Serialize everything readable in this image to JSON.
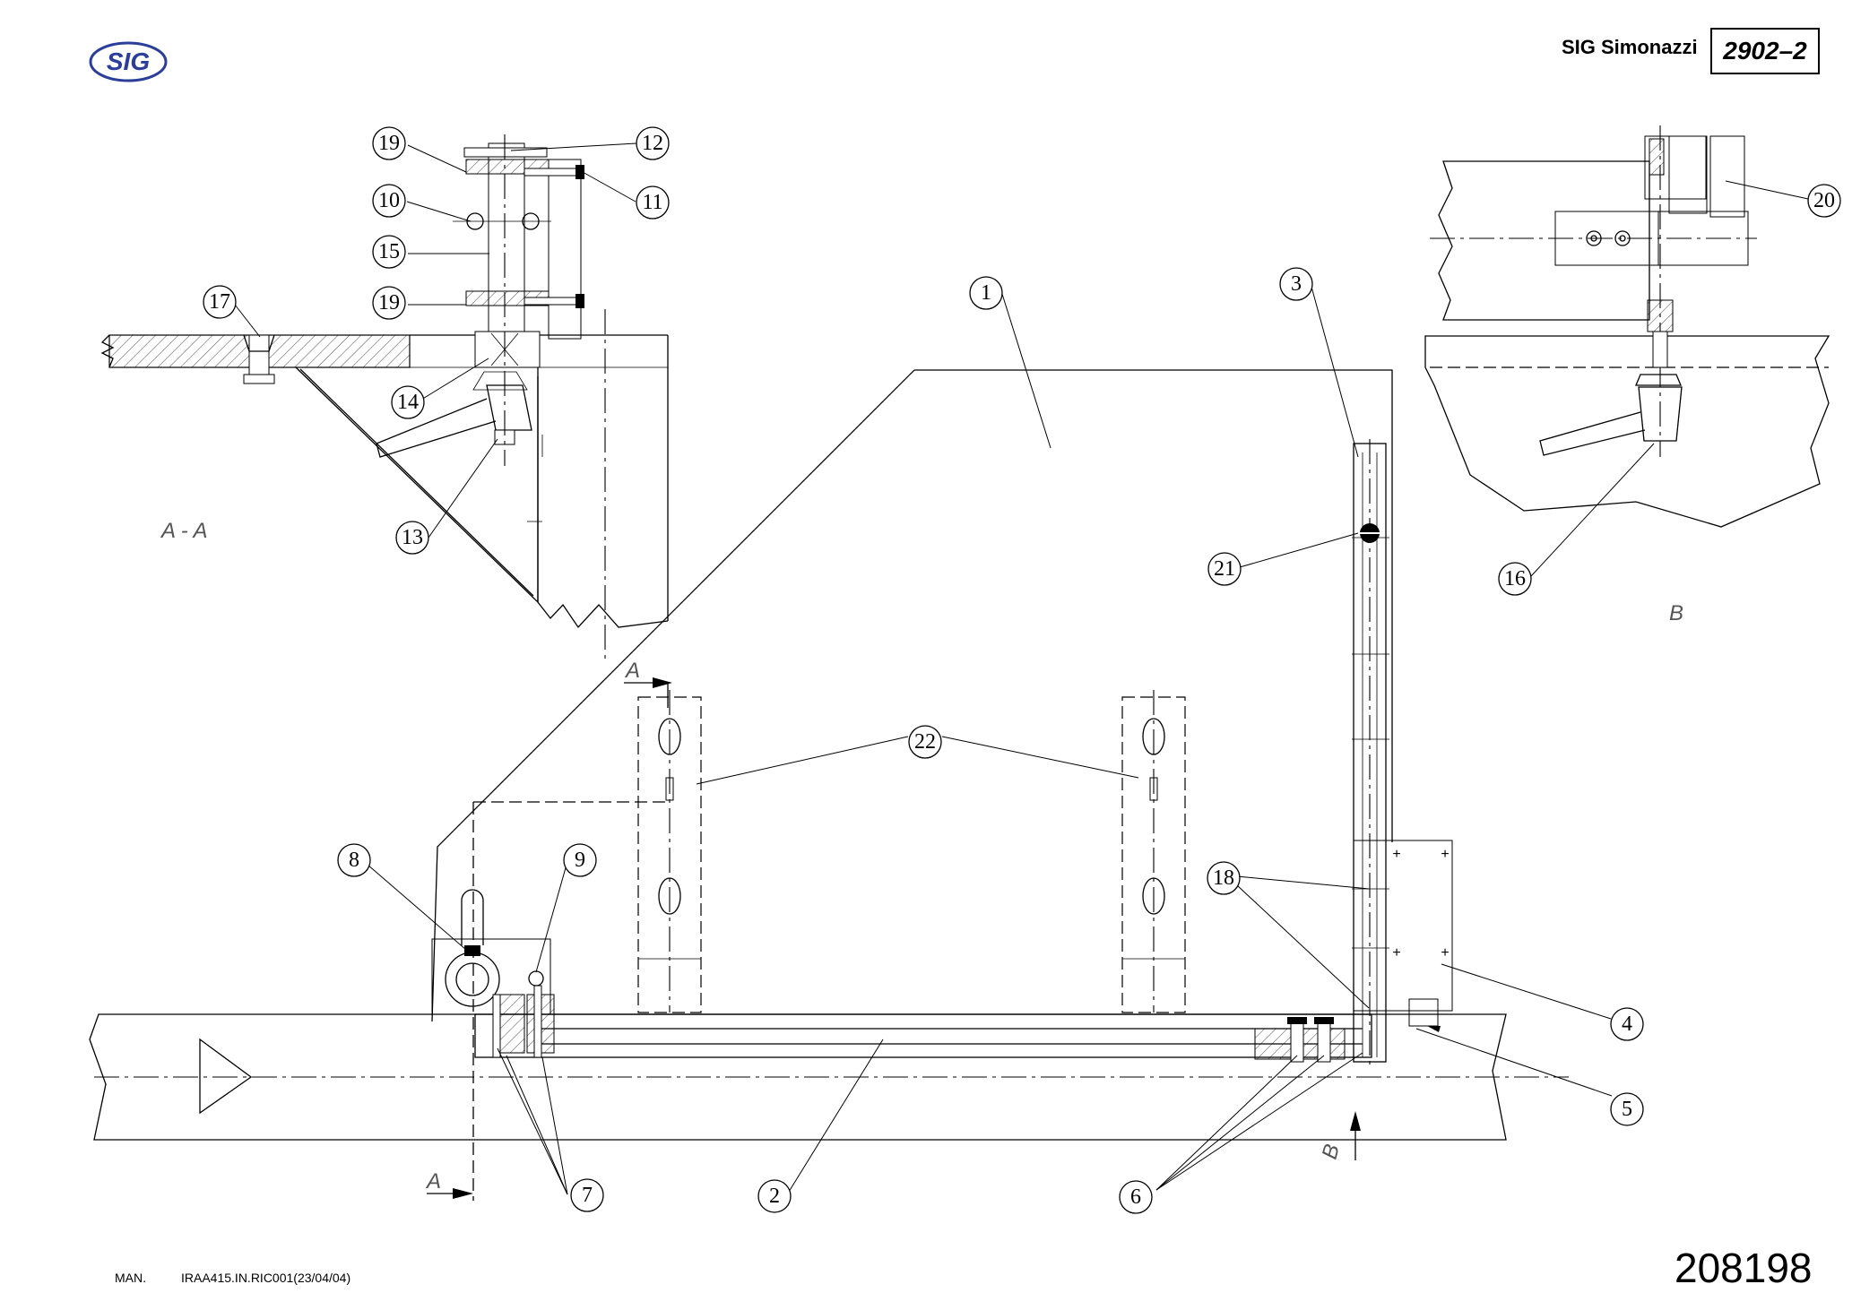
{
  "logo": {
    "text": "SIG",
    "color": "#2b3f9a"
  },
  "header": {
    "brand": "SIG Simonazzi",
    "code": "2902–2"
  },
  "footer": {
    "man": "MAN.",
    "ref": "IRAA415.IN.RIC001(23/04/04)",
    "number": "208198"
  },
  "views": {
    "section": "A - A",
    "detail": "B",
    "arrow_a_top": "A",
    "arrow_a_bottom": "A",
    "arrow_b": "B"
  },
  "callouts": [
    "19",
    "12",
    "10",
    "11",
    "15",
    "19",
    "17",
    "14",
    "13",
    "1",
    "3",
    "20",
    "21",
    "16",
    "22",
    "8",
    "9",
    "18",
    "4",
    "5",
    "7",
    "2",
    "6"
  ]
}
